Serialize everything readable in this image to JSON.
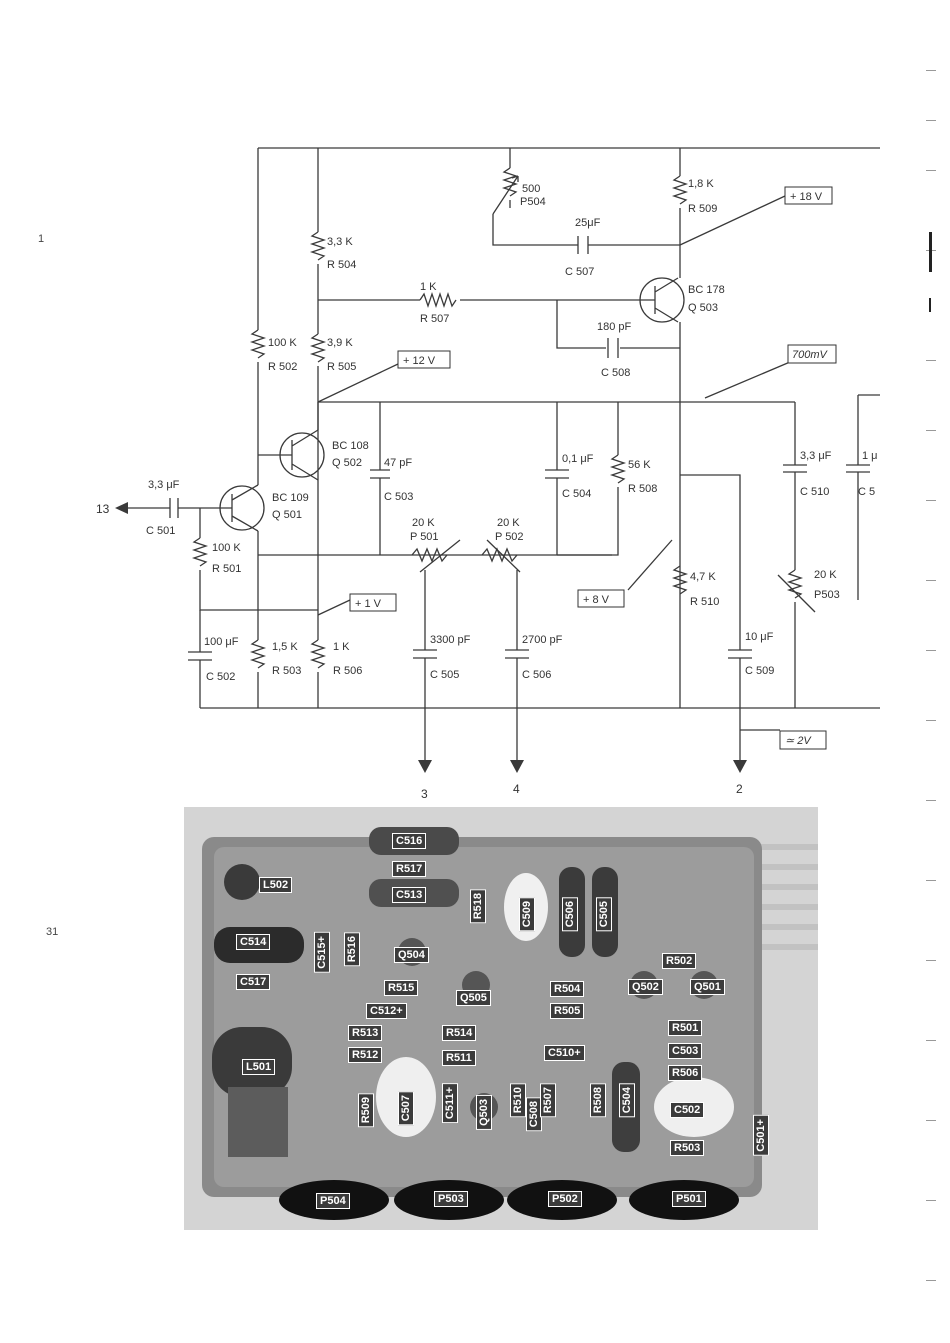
{
  "page": {
    "margin_left": "1",
    "margin_left_bottom": "31"
  },
  "schematic": {
    "resistors": [
      {
        "ref": "R 504",
        "value": "3,3 K"
      },
      {
        "ref": "R 505",
        "value": "3,9 K"
      },
      {
        "ref": "R 502",
        "value": "100 K"
      },
      {
        "ref": "R 507",
        "value": "1 K"
      },
      {
        "ref": "R 509",
        "value": "1,8 K"
      },
      {
        "ref": "R 501",
        "value": "100 K"
      },
      {
        "ref": "R 503",
        "value": "1,5 K"
      },
      {
        "ref": "R 506",
        "value": "1 K"
      },
      {
        "ref": "R 508",
        "value": "56 K"
      },
      {
        "ref": "R 510",
        "value": "4,7 K"
      }
    ],
    "capacitors": [
      {
        "ref": "C 507",
        "value": "25μF"
      },
      {
        "ref": "C 508",
        "value": "180 pF"
      },
      {
        "ref": "C 503",
        "value": "47 pF"
      },
      {
        "ref": "C 504",
        "value": "0,1 μF"
      },
      {
        "ref": "C 501",
        "value": "3,3 μF"
      },
      {
        "ref": "C 502",
        "value": "100 μF"
      },
      {
        "ref": "C 505",
        "value": "3300 pF"
      },
      {
        "ref": "C 506",
        "value": "2700 pF"
      },
      {
        "ref": "C 509",
        "value": "10 μF"
      },
      {
        "ref": "C 510",
        "value": "3,3 μF"
      },
      {
        "ref": "C 5",
        "value": "1 μ"
      }
    ],
    "pots": [
      {
        "ref": "P504",
        "value": "500"
      },
      {
        "ref": "P 501",
        "value": "20 K"
      },
      {
        "ref": "P 502",
        "value": "20 K"
      },
      {
        "ref": "P503",
        "value": "20 K"
      }
    ],
    "transistors": [
      {
        "ref": "Q 503",
        "type": "BC 178"
      },
      {
        "ref": "Q 502",
        "type": "BC 108"
      },
      {
        "ref": "Q 501",
        "type": "BC 109"
      }
    ],
    "voltages": {
      "v18": "+ 18 V",
      "v12": "+ 12 V",
      "v1": "+ 1 V",
      "v8": "+ 8 V",
      "mv700": "700mV",
      "v2": "≃ 2V"
    },
    "terminals": {
      "t13": "13",
      "t3": "3",
      "t4": "4",
      "t2": "2"
    }
  },
  "photo": {
    "labels": [
      {
        "text": "C516",
        "orient": "h"
      },
      {
        "text": "R517",
        "orient": "h"
      },
      {
        "text": "L502",
        "orient": "h"
      },
      {
        "text": "C513",
        "orient": "h"
      },
      {
        "text": "R518",
        "orient": "v"
      },
      {
        "text": "C509",
        "orient": "v"
      },
      {
        "text": "C506",
        "orient": "v"
      },
      {
        "text": "C505",
        "orient": "v"
      },
      {
        "text": "C514",
        "orient": "h"
      },
      {
        "text": "C515+",
        "orient": "v"
      },
      {
        "text": "R516",
        "orient": "v"
      },
      {
        "text": "Q504",
        "orient": "h"
      },
      {
        "text": "R502",
        "orient": "h"
      },
      {
        "text": "C517",
        "orient": "h"
      },
      {
        "text": "R515",
        "orient": "h"
      },
      {
        "text": "Q505",
        "orient": "h"
      },
      {
        "text": "R504",
        "orient": "h"
      },
      {
        "text": "Q502",
        "orient": "h"
      },
      {
        "text": "Q501",
        "orient": "h"
      },
      {
        "text": "C512+",
        "orient": "h"
      },
      {
        "text": "R505",
        "orient": "h"
      },
      {
        "text": "R513",
        "orient": "h"
      },
      {
        "text": "R514",
        "orient": "h"
      },
      {
        "text": "R501",
        "orient": "h"
      },
      {
        "text": "C503",
        "orient": "h"
      },
      {
        "text": "R512",
        "orient": "h"
      },
      {
        "text": "R511",
        "orient": "h"
      },
      {
        "text": "C510+",
        "orient": "h"
      },
      {
        "text": "L501",
        "orient": "h"
      },
      {
        "text": "R506",
        "orient": "h"
      },
      {
        "text": "C502",
        "orient": "h"
      },
      {
        "text": "R509",
        "orient": "v"
      },
      {
        "text": "C507",
        "orient": "v"
      },
      {
        "text": "C511+",
        "orient": "v"
      },
      {
        "text": "Q503",
        "orient": "v"
      },
      {
        "text": "R510",
        "orient": "v"
      },
      {
        "text": "C508",
        "orient": "v"
      },
      {
        "text": "R507",
        "orient": "v"
      },
      {
        "text": "R508",
        "orient": "v"
      },
      {
        "text": "C504",
        "orient": "v"
      },
      {
        "text": "R503",
        "orient": "h"
      },
      {
        "text": "C501+",
        "orient": "v"
      },
      {
        "text": "P504",
        "orient": "h"
      },
      {
        "text": "P503",
        "orient": "h"
      },
      {
        "text": "P502",
        "orient": "h"
      },
      {
        "text": "P501",
        "orient": "h"
      }
    ]
  }
}
